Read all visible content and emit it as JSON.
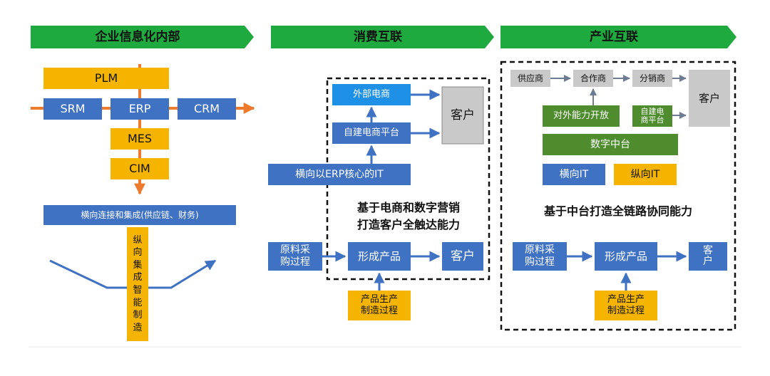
{
  "colors": {
    "header_green": "#1faa3f",
    "blue": "#3f72c2",
    "light_blue": "#1e90e6",
    "orange": "#f5b400",
    "arrow_orange": "#ee7a2e",
    "gray": "#c9c9c9",
    "dark_green": "#4e8c2e",
    "arrow_blue": "#3f72c2",
    "dark_gray_line": "#6b7c93"
  },
  "panels": {
    "left": {
      "header": "企业信息化内部",
      "plm": "PLM",
      "srm": "SRM",
      "erp": "ERP",
      "crm": "CRM",
      "mes": "MES",
      "cim": "CIM",
      "horizontal_bar": "横向连接和集成(供应链、财务)",
      "vertical_bar": "纵\n向\n集\n成\n智\n能\n制\n造"
    },
    "middle": {
      "header": "消费互联",
      "external_ecommerce": "外部电商",
      "self_built_platform": "自建电商平台",
      "customer_top": "客户",
      "horizontal_it": "横向以ERP核心的IT",
      "caption": "基于电商和数字营销\n打造客户全触达能力",
      "raw_material": "原料采\n购过程",
      "form_product": "形成产品",
      "customer_bottom": "客户",
      "production": "产品生产\n制造过程"
    },
    "right": {
      "header": "产业互联",
      "supplier": "供应商",
      "partner": "合作商",
      "distributor": "分销商",
      "customer_top": "客户",
      "open_capability": "对外能力开放",
      "self_built_platform": "自建电\n商平台",
      "digital_platform": "数字中台",
      "horizontal_it": "横向IT",
      "vertical_it": "纵向IT",
      "caption": "基于中台打造全链路协同能力",
      "raw_material": "原料采\n购过程",
      "form_product": "形成产品",
      "customer_bottom": "客\n户",
      "production": "产品生产\n制造过程"
    }
  }
}
